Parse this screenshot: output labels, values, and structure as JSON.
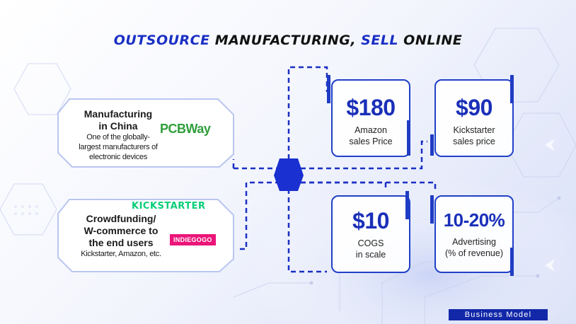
{
  "slide": {
    "title_part1": "OUTSOURCE",
    "title_part2": " MANUFACTURING, ",
    "title_part3": "SELL",
    "title_part4": " ONLINE",
    "accent_color": "#1a2fc4",
    "footer_badge": "Business Model"
  },
  "left_cards": [
    {
      "heading": "Manufacturing in China",
      "heading_line1": "Manufacturing",
      "heading_line2": "in China",
      "desc_line1": "One of the globally-",
      "desc_line2": "largest manufacturers of",
      "desc_line3": "electronic devices",
      "logo": "PCBWay"
    },
    {
      "heading_line1": "Crowdfunding/",
      "heading_line2": "W-commerce to",
      "heading_line3": "the end users",
      "desc_line1": "Kickstarter, Amazon, etc.",
      "logo_top": "KICKSTARTER",
      "logo_side": "INDIEGOGO"
    }
  ],
  "stats": [
    {
      "value": "$180",
      "label_line1": "Amazon",
      "label_line2": "sales Price"
    },
    {
      "value": "$90",
      "label_line1": "Kickstarter",
      "label_line2": "sales price"
    },
    {
      "value": "$10",
      "label_line1": "COGS",
      "label_line2": "in scale"
    },
    {
      "value": "10-20%",
      "label_line1": "Advertising",
      "label_line2": "(% of revenue)"
    }
  ]
}
